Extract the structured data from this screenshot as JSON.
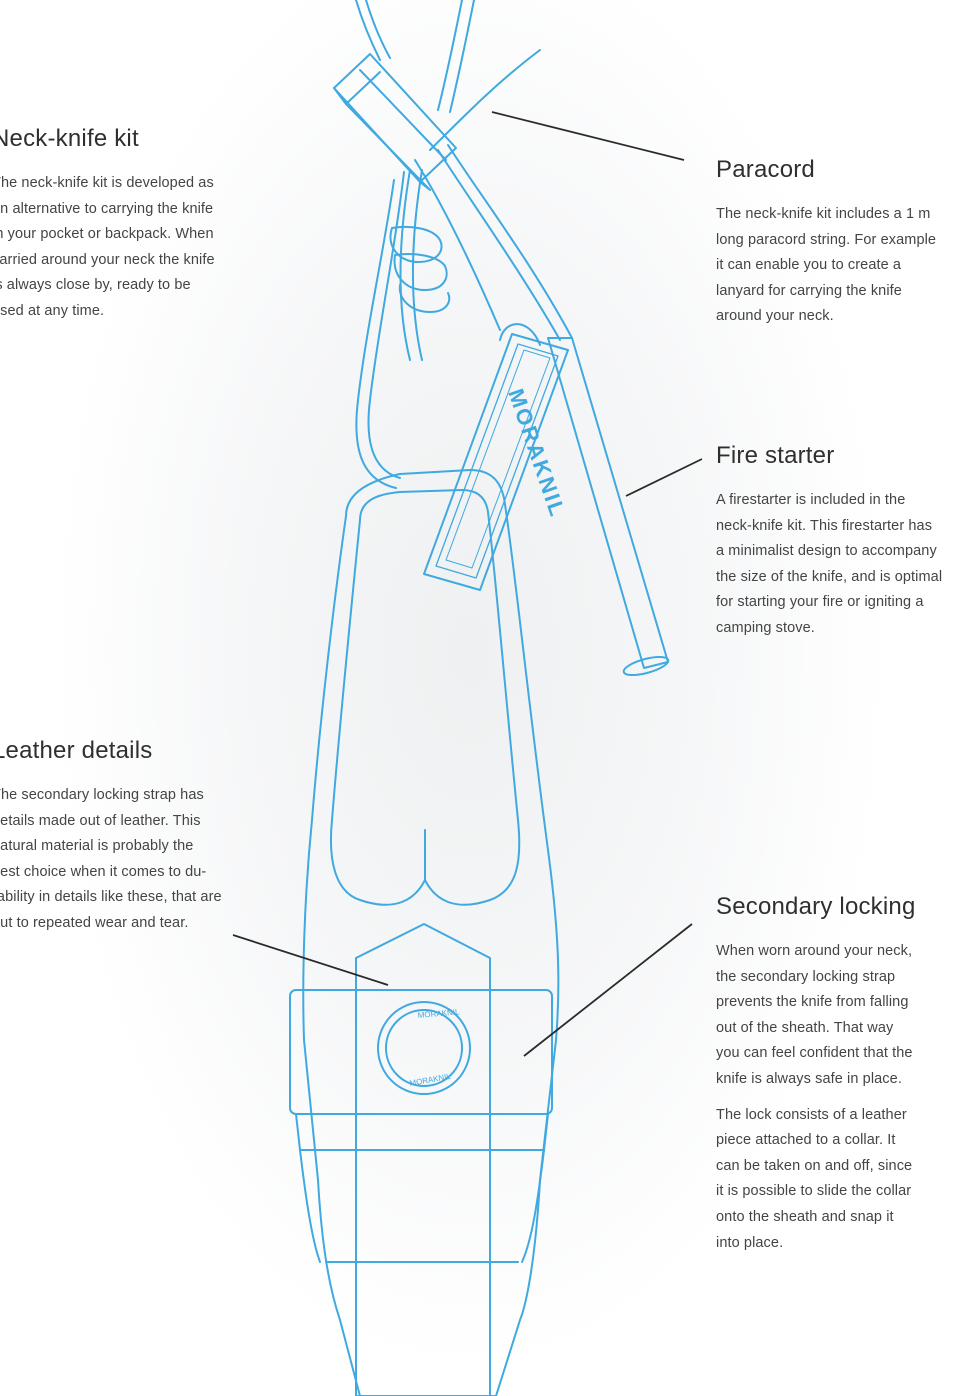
{
  "colors": {
    "illustration_stroke": "#3fa9e0",
    "leader_line": "#2a2a2a",
    "text": "#444444",
    "heading": "#2f2f2f"
  },
  "sections": {
    "neck_knife_kit": {
      "title": "Neck-knife kit",
      "body": "The neck-knife kit is developed as\nan alternative to carrying the knife\nin your pocket or backpack. When\ncarried around your neck the knife\nis always close by, ready to be\nused at any time."
    },
    "paracord": {
      "title": "Paracord",
      "body": "The neck-knife kit includes a 1 m\nlong paracord string. For example\nit can enable you to create a\nlanyard for carrying the knife\naround your neck."
    },
    "fire_starter": {
      "title": "Fire starter",
      "body": "A firestarter is included in the\nneck-knife kit. This firestarter has\na minimalist design to accompany\nthe size of the knife, and is optimal\nfor starting your fire or igniting a\ncamping stove."
    },
    "leather_details": {
      "title": "Leather details",
      "body": "The secondary locking strap has\ndetails made out of leather. This\nnatural material is probably the\nbest choice when it comes to du-\nrability in details like these, that are\nput to repeated wear and tear."
    },
    "secondary_locking": {
      "title": "Secondary locking",
      "body1": "When worn around your neck,\nthe secondary locking strap\nprevents the knife from falling\nout of the sheath. That way\nyou can feel confident that the\nknife is always safe in place.",
      "body2": "The lock consists of a leather\npiece attached to a collar. It\ncan be taken on and off, since\nit is possible to slide the collar\nonto the sheath and snap it\ninto place."
    }
  },
  "illustration": {
    "firestarter_brand": "MORAKNIL",
    "emblem_text": "MORAKNIL"
  }
}
